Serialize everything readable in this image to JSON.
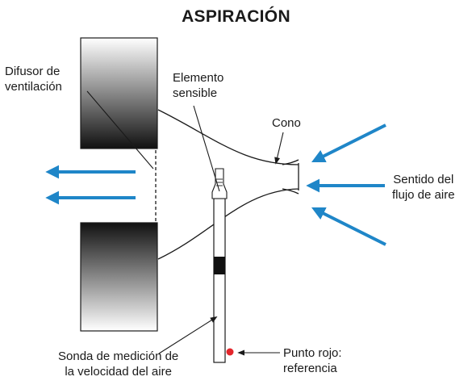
{
  "title": "ASPIRACIÓN",
  "labels": {
    "diffuser": [
      "Difusor de",
      "ventilación"
    ],
    "sensor": [
      "Elemento",
      "sensible"
    ],
    "cone": "Cono",
    "flow_direction": [
      "Sentido del",
      "flujo de aire"
    ],
    "probe": [
      "Sonda de medición de",
      "la velocidad del aire"
    ],
    "red_dot": [
      "Punto rojo:",
      "referencia"
    ]
  },
  "colors": {
    "arrow": "#1f86c8",
    "red_dot": "#e3262b",
    "line": "#1a1a1a"
  }
}
